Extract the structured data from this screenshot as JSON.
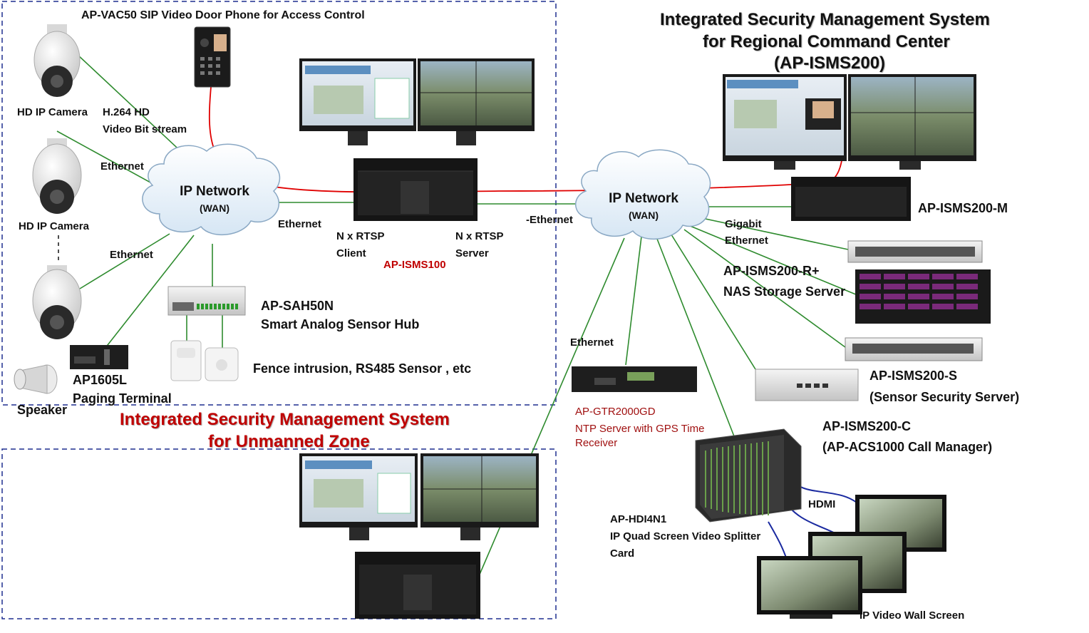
{
  "unmanned_zone": {
    "title_line1": "Integrated Security Management System",
    "title_line2": "for Unmanned Zone"
  },
  "regional_center": {
    "title_line1": "Integrated Security Management System",
    "title_line2": "for Regional Command Center",
    "title_line3": "(AP-ISMS200)"
  },
  "door_phone": {
    "label": "AP-VAC50 SIP Video Door Phone for Access Control"
  },
  "cameras": {
    "cam1_label": "HD IP Camera",
    "cam2_label": "HD IP Camera",
    "stream_line1": "H.264 HD",
    "stream_line2": "Video Bit stream"
  },
  "links": {
    "ethernet_cam2": "Ethernet",
    "ethernet_cam3": "Ethernet",
    "ethernet_server": "Ethernet",
    "ethernet_wan2": "-Ethernet",
    "ethernet_gtr": "Ethernet",
    "gigabit_line1": "Gigabit",
    "gigabit_line2": "Ethernet",
    "hdmi": "HDMI"
  },
  "clouds": {
    "left_title": "IP Network",
    "left_sub": "(WAN)",
    "right_title": "IP Network",
    "right_sub": "(WAN)"
  },
  "isms100": {
    "client_line1": "N x RTSP",
    "client_line2": "Client",
    "server_line1": "N x RTSP",
    "server_line2": "Server",
    "name": "AP-ISMS100"
  },
  "sensor_hub": {
    "name": "AP-SAH50N",
    "desc": "Smart Analog Sensor Hub",
    "sensors": "Fence intrusion, RS485 Sensor , etc"
  },
  "paging": {
    "name": "AP1605L",
    "desc": "Paging Terminal",
    "speaker": "Speaker"
  },
  "regional_devices": {
    "m_name": "AP-ISMS200-M",
    "r_name": "AP-ISMS200-R+",
    "r_desc": "NAS Storage Server",
    "s_name": "AP-ISMS200-S",
    "s_desc": "(Sensor Security Server)",
    "c_name": "AP-ISMS200-C",
    "c_desc": "(AP-ACS1000 Call Manager)"
  },
  "gtr": {
    "name": "AP-GTR2000GD",
    "desc_line1": "NTP Server with GPS Time",
    "desc_line2": "Receiver"
  },
  "splitter": {
    "name": "AP-HDI4N1",
    "desc_line1": "IP Quad Screen  Video Splitter",
    "desc_line2": "Card"
  },
  "video_wall": {
    "label": "IP Video Wall Screen"
  },
  "colors": {
    "green_link": "#2e8b2e",
    "red_link": "#e00000",
    "blue_link": "#1a2aa0",
    "zone_border": "#1f2f8f",
    "title_red": "#c00000"
  }
}
